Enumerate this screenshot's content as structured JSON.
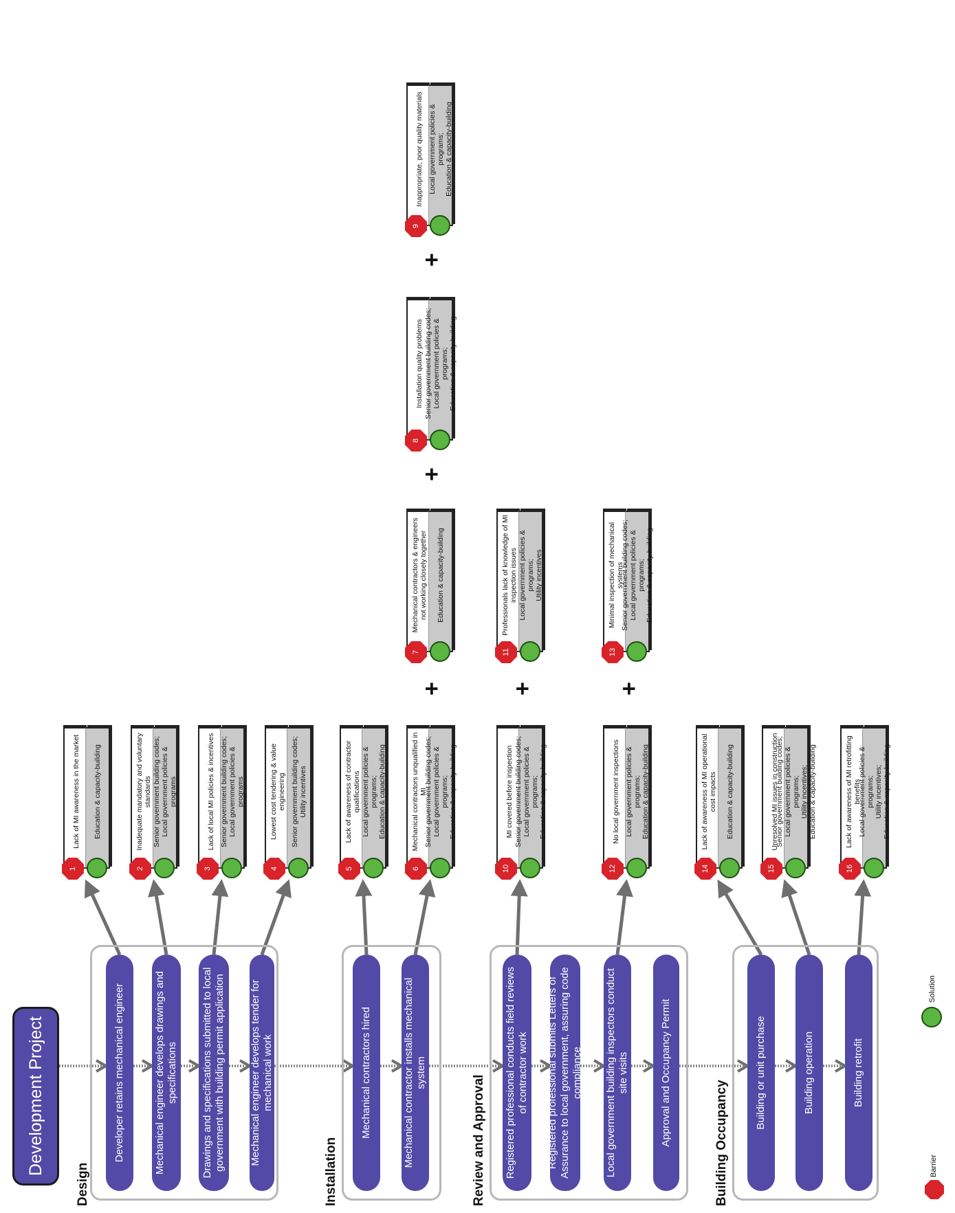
{
  "title": "Development Project",
  "legend": {
    "barrier": "Barrier",
    "solution": "Solution"
  },
  "phases": [
    {
      "label": "Design",
      "steps": [
        "Developer retains mechanical engineer",
        "Mechanical engineer develops drawings and specifications",
        "Drawings and specifications submitted to local government with building permit application",
        "Mechanical engineer develops tender for mechanical work"
      ]
    },
    {
      "label": "Installation",
      "steps": [
        "Mechanical contractors hired",
        "Mechanical contractor installs mechanical system"
      ]
    },
    {
      "label": "Review and Approval",
      "steps": [
        "Registered professional conducts field reviews of contractor work",
        "Registered professional submits Letters of Assurance to local government, assuring code compliance",
        "Local government building inspectors conduct site visits",
        "Approval and Occupancy Permit"
      ]
    },
    {
      "label": "Building Occupancy",
      "steps": [
        "Building or unit purchase",
        "Building operation",
        "Building retrofit"
      ]
    }
  ],
  "barriers": [
    {
      "number": "1",
      "barrier": "Lack of MI awareness in the market",
      "solution": "Education & capacity-building"
    },
    {
      "number": "2",
      "barrier": "Inadequate mandatory and voluntary standards",
      "solution": "Senior government building codes;\nLocal government policies & programs"
    },
    {
      "number": "3",
      "barrier": "Lack of local MI policies & incentives",
      "solution": "Senior government building codes;\nLocal government policies & programs"
    },
    {
      "number": "4",
      "barrier": "Lowest cost tendering & value engineering",
      "solution": "Senior government building codes;\nUtility incentives"
    },
    {
      "number": "5",
      "barrier": "Lack of awareness of contractor qualifications",
      "solution": "Local government policies & programs;\nEducation & capacity-building"
    },
    {
      "number": "6",
      "barrier": "Mechanical contractors unqualified in MI",
      "solution": "Senior government building codes;\nLocal government policies & programs;\nEducation & capacity-building"
    },
    {
      "number": "7",
      "barrier": "Mechanical contractors & engineers not working closely together",
      "solution": "Education & capacity-building"
    },
    {
      "number": "8",
      "barrier": "Installation quality problems",
      "solution": "Senior government building codes;\nLocal government policies & programs;\nEducation & capacity-building"
    },
    {
      "number": "9",
      "barrier": "Inappropriate, poor quality materials",
      "solution": "Local government policies & programs;\nEducation & capacity-building"
    },
    {
      "number": "10",
      "barrier": "MI covered before inspection",
      "solution": "Senior government building codes;\nLocal government policies & programs;\nEducation & capacity-building"
    },
    {
      "number": "11",
      "barrier": "Professionals lack of knowledge of MI inspection issues",
      "solution": "Local government policies & programs;\nUtility incentives"
    },
    {
      "number": "12",
      "barrier": "No local government inspections",
      "solution": "Local government policies & programs;\nEducation & capacity-building"
    },
    {
      "number": "13",
      "barrier": "Minimal inspection of mechanical systems",
      "solution": "Senior government building codes;\nLocal government policies & programs;\nEducation & capacity-building"
    },
    {
      "number": "14",
      "barrier": "Lack of awareness of MI operational cost impacts",
      "solution": "Education & capacity-building"
    },
    {
      "number": "15",
      "barrier": "Unresolved MI issues in construction",
      "solution": "Senior government building codes;\nLocal government policies & programs;\nUtility incentives;\nEducation & capacity-building"
    },
    {
      "number": "16",
      "barrier": "Lack of awareness of MI retrofitting benefits",
      "solution": "Local government policies & programs;\nUtility incentives;\nEducation & capacity-building"
    }
  ],
  "plus_sign": "+",
  "colors": {
    "step": "#5349a6",
    "barrier": "#d8232a",
    "solution": "#5ab641",
    "solution_bg": "#c9c9c9"
  }
}
